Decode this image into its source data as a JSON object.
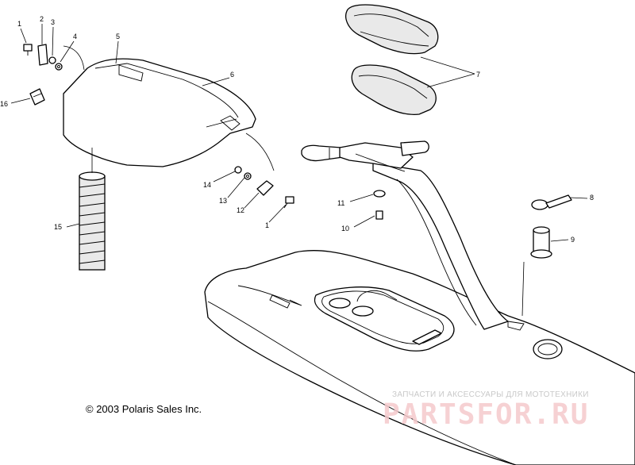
{
  "callouts": {
    "c1a": "1",
    "c2": "2",
    "c3": "3",
    "c4": "4",
    "c5": "5",
    "c6": "6",
    "c7": "7",
    "c8": "8",
    "c9": "9",
    "c10": "10",
    "c11": "11",
    "c12": "12",
    "c13": "13",
    "c14": "14",
    "c15": "15",
    "c16": "16",
    "c1b": "1"
  },
  "copyright": "© 2003 Polaris Sales Inc.",
  "watermark": {
    "subtitle": "ЗАПЧАСТИ И АКСЕССУАРЫ ДЛЯ МОТОТЕХНИКИ",
    "brand": "PARTSFOR.RU"
  }
}
